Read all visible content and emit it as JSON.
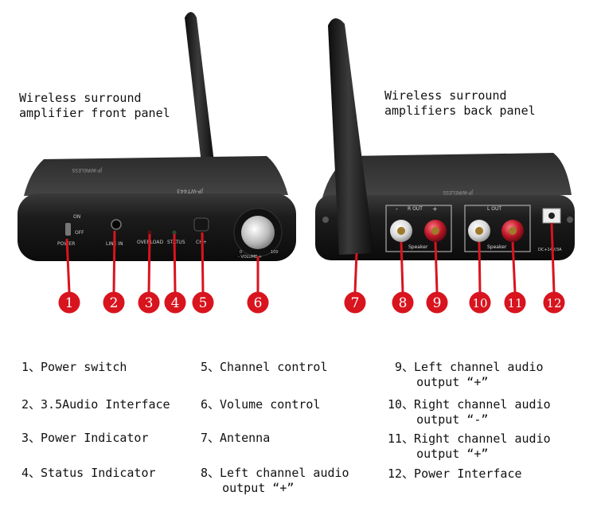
{
  "titles": {
    "front": "Wireless surround\namplifier front panel",
    "back": "Wireless surround\namplifiers back panel"
  },
  "front_panel": {
    "brand": "JP-WIRELESS",
    "model": "JP-WT443",
    "labels": {
      "on": "ON",
      "off": "OFF",
      "power": "POWER",
      "line_in": "LINE IN",
      "overload": "OVERLOAD",
      "status": "STATUS",
      "ch": "CH+",
      "volume": "- VOLUME +",
      "vol_min": "0",
      "vol_max": "100"
    }
  },
  "back_panel": {
    "brand": "JP-WIRELESS",
    "labels": {
      "r_out": "R OUT",
      "l_out": "L OUT",
      "speaker": "Speaker",
      "plus": "+",
      "minus": "-",
      "dc": "DC+14V/3A"
    }
  },
  "markers": [
    "1",
    "2",
    "3",
    "4",
    "5",
    "6",
    "7",
    "8",
    "9",
    "10",
    "11",
    "12"
  ],
  "marker_color": "#d8141e",
  "legend": [
    "1、Power switch",
    "2、3.5Audio Interface",
    "3、Power Indicator",
    "4、Status Indicator",
    "5、Channel control",
    "6、Volume control",
    "7、Antenna",
    "8、Left channel audio\n   output “+”",
    "9、Left channel audio\n   output “+”",
    "10、Right channel audio\n    output “-”",
    "11、Right channel audio\n    output “+”",
    "12、Power Interface"
  ]
}
